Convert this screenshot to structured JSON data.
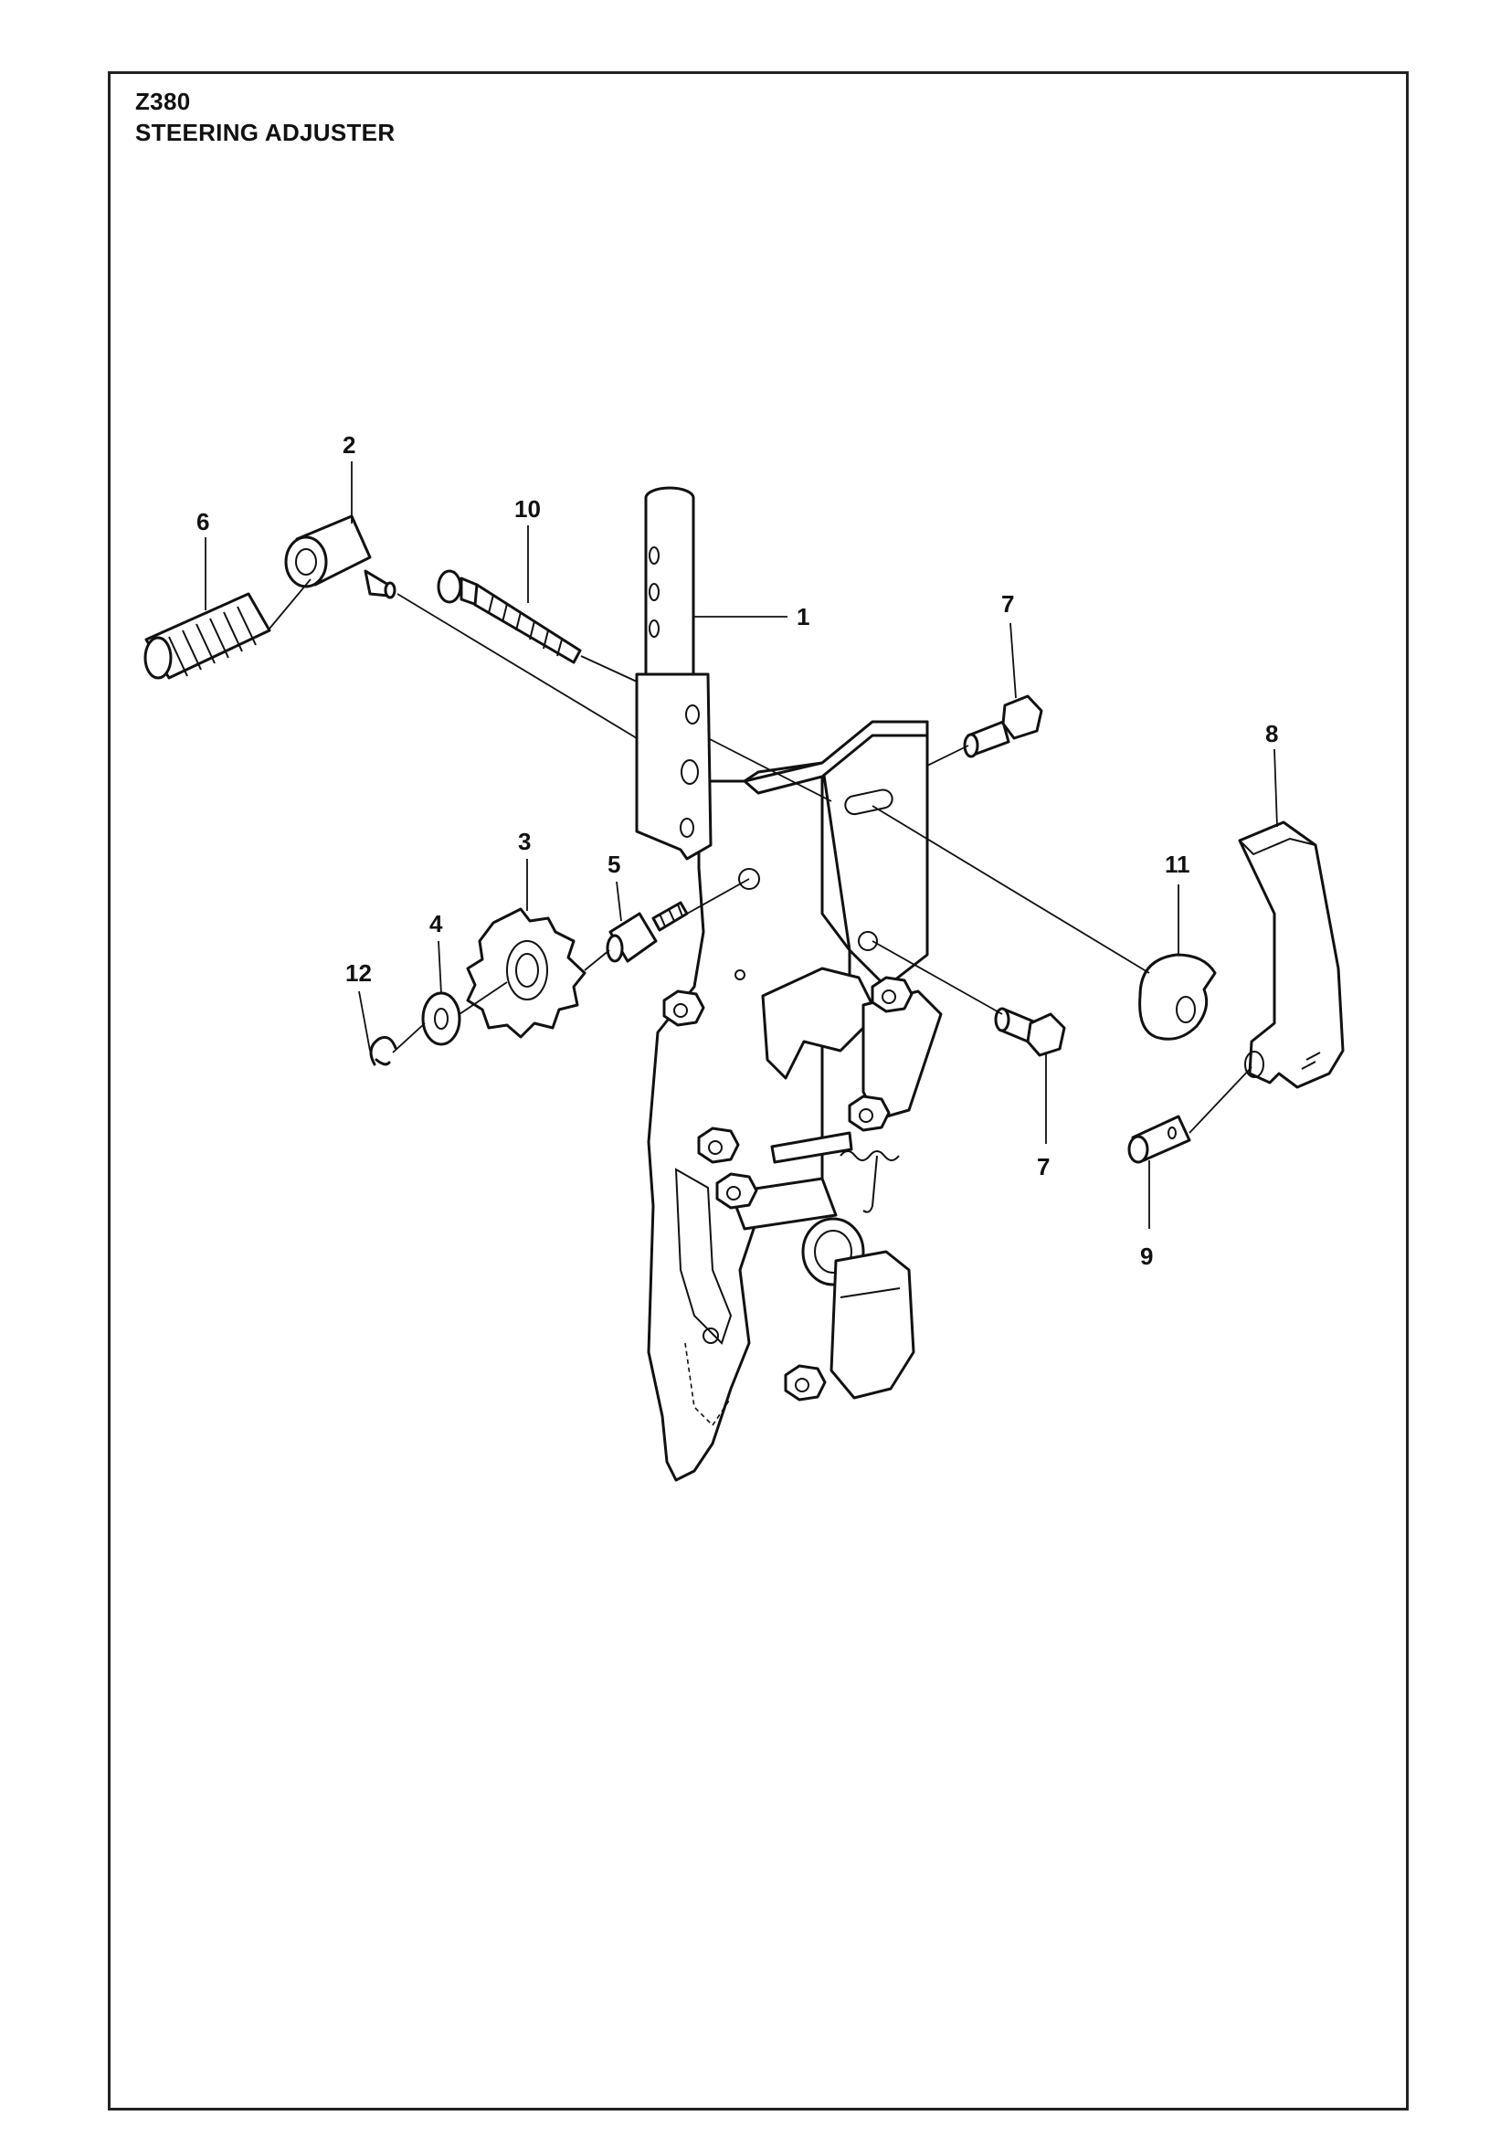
{
  "header": {
    "model": "Z380",
    "title": "STEERING ADJUSTER"
  },
  "callouts": [
    {
      "id": "c1",
      "label": "1"
    },
    {
      "id": "c2",
      "label": "2"
    },
    {
      "id": "c3",
      "label": "3"
    },
    {
      "id": "c4",
      "label": "4"
    },
    {
      "id": "c5",
      "label": "5"
    },
    {
      "id": "c6",
      "label": "6"
    },
    {
      "id": "c7a",
      "label": "7"
    },
    {
      "id": "c7b",
      "label": "7"
    },
    {
      "id": "c8",
      "label": "8"
    },
    {
      "id": "c9",
      "label": "9"
    },
    {
      "id": "c10",
      "label": "10"
    },
    {
      "id": "c11",
      "label": "11"
    },
    {
      "id": "c12",
      "label": "12"
    }
  ],
  "colors": {
    "ink": "#111111",
    "paper": "#ffffff"
  }
}
